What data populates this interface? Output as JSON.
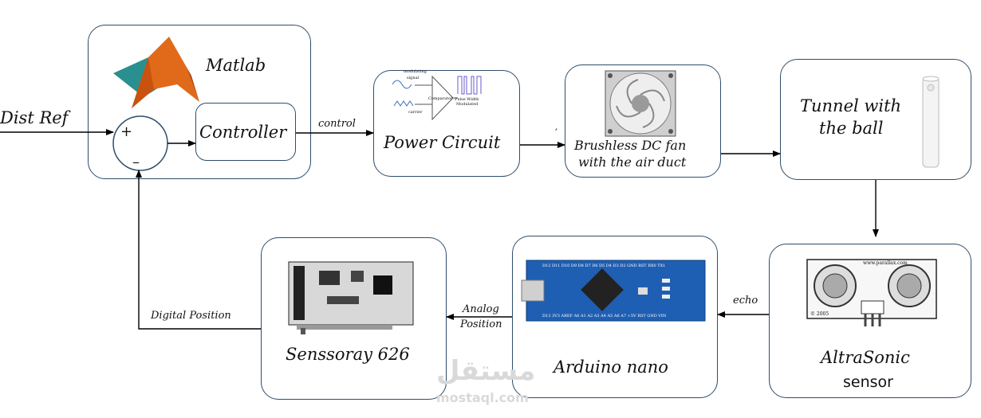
{
  "blocks": {
    "matlab": {
      "title": "Matlab",
      "controller": "Controller",
      "plus": "+",
      "minus": "–"
    },
    "power": {
      "title": "Power Circuit",
      "inset": {
        "modulating": "modulating",
        "signal": "signal",
        "comparator": "Comparator",
        "carrier": "carrier",
        "pwm": "Pulse Width",
        "modulated": "Modulated"
      }
    },
    "fan": {
      "title_line1": "Brushless DC fan",
      "title_line2": "with the air duct"
    },
    "tunnel": {
      "title_line1": "Tunnel with",
      "title_line2": "the ball"
    },
    "ultrasonic": {
      "title": "AltraSonic",
      "subtitle": "sensor",
      "board_brand": "www.parallax.com",
      "board_year": "© 2005"
    },
    "arduino": {
      "title": "Arduino nano",
      "pins_top": "D12 D11 D10 D9 D8 D7 D6 D5 D4 D3 D2 GND RST RX0 TX1",
      "pins_bottom": "D13 3V3 AREF A0 A1 A2 A3 A4 A5 A6 A7 +5V RST GND VIN"
    },
    "sensoray": {
      "title": "Senssoray 626"
    }
  },
  "signals": {
    "dist_ref": "Dist Ref",
    "control": "control",
    "tick": "′",
    "echo": "echo",
    "analog_line1": "Analog",
    "analog_line2": "Position",
    "digital": "Digital Position"
  },
  "watermark": {
    "arabic": "مستقل",
    "latin": "mostaql.com"
  },
  "colors": {
    "border": "#2e4d6b",
    "line": "#000000",
    "arduino_blue": "#1f5fb3",
    "matlab_orange": "#e06a1a",
    "matlab_teal": "#2a8f8f"
  }
}
